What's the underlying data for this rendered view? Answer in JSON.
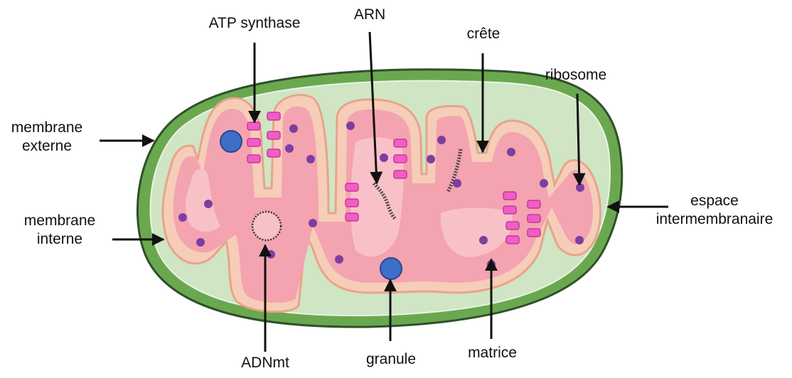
{
  "labels": {
    "atp_synthase": "ATP synthase",
    "arn": "ARN",
    "crete": "crête",
    "ribosome": "ribosome",
    "membrane_externe": [
      "membrane",
      "externe"
    ],
    "membrane_interne": [
      "membrane",
      "interne"
    ],
    "espace_intermembranaire": [
      "espace",
      "intermembranaire"
    ],
    "adnmt": "ADNmt",
    "granule": "granule",
    "matrice": "matrice"
  },
  "colors": {
    "outer_membrane": "#6aa84f",
    "intermembrane_space": "#cfe5c4",
    "inner_membrane": "#f6cdb8",
    "matrix": "#f4a3b0",
    "matrix_light": "#f8c1c8",
    "atp_synthase": "#f25cc6",
    "ribosome": "#7b3fa0",
    "granule": "#3d6fc8",
    "dna": "#444444"
  }
}
